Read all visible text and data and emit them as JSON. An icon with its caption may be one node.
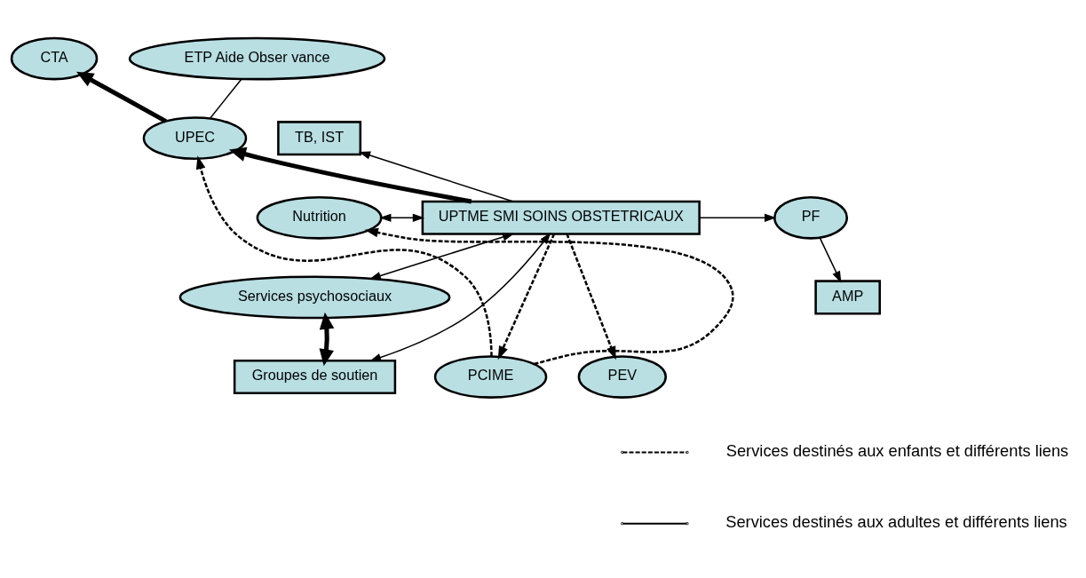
{
  "diagram": {
    "nodes": [
      {
        "text": [
          "CTA"
        ]
      },
      {
        "text": [
          "ETP Aide Obser vance"
        ]
      },
      {
        "text": [
          "TB, IST"
        ]
      },
      {
        "text": [
          "UPEC"
        ]
      },
      {
        "text": [
          "Nutrition"
        ]
      },
      {
        "text": [
          "UPTME SMI SOINS OBSTETRICAUX"
        ]
      },
      {
        "text": [
          "PF"
        ]
      },
      {
        "text": [
          "Services psychosociaux"
        ]
      },
      {
        "text": [
          "AMP"
        ]
      },
      {
        "text": [
          "Groupes de soutien"
        ]
      },
      {
        "text": [
          "PEV"
        ]
      },
      {
        "text": [
          "PCIME"
        ]
      }
    ],
    "edges": [
      {
        "from": 5,
        "to": 3,
        "arrow": "to",
        "style": "thick"
      },
      {
        "from": 3,
        "to": 0,
        "arrow": "to",
        "style": "thick"
      },
      {
        "from": 5,
        "to": 2,
        "arrow": "to"
      },
      {
        "from": 1,
        "to": 3,
        "arrow": "none"
      },
      {
        "from": 11,
        "to": 3,
        "arrow": "to",
        "style": "dashed"
      },
      {
        "from": 4,
        "to": 5,
        "arrow": "both"
      },
      {
        "from": 7,
        "to": 5,
        "arrow": "both"
      },
      {
        "from": 9,
        "to": 5,
        "arrow": "both"
      },
      {
        "from": 7,
        "to": 9,
        "arrow": "both",
        "style": "thick"
      },
      {
        "from": 5,
        "to": 6,
        "arrow": "to"
      },
      {
        "from": 6,
        "to": 8,
        "arrow": "to"
      },
      {
        "from": 5,
        "to": 10,
        "arrow": "to",
        "style": "dashed"
      },
      {
        "from": 5,
        "to": 11,
        "arrow": "to",
        "style": "dashed"
      },
      {
        "from": 11,
        "to": 4,
        "arrow": "to",
        "style": "dashed"
      }
    ],
    "legend": [
      {
        "text": "Services destinés aux enfants et différents liens"
      },
      {
        "text": "Services destinés aux adultes et différents liens"
      }
    ]
  }
}
